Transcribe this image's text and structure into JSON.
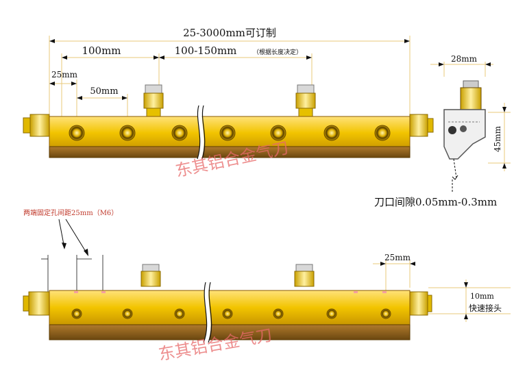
{
  "top_view": {
    "total_length": "25-3000mm可订制",
    "spacing_100": "100mm",
    "spacing_range": "100-150mm",
    "spacing_note": "（根据长度决定）",
    "edge_25": "25mm",
    "spacing_50": "50mm"
  },
  "side_view": {
    "width": "28mm",
    "height": "45mm",
    "gap_label": "刀口间隙0.05mm-0.3mm"
  },
  "bottom_view": {
    "mount_note": "两端固定孔间距25mm（M6）",
    "edge_25": "25mm",
    "connector_size": "10mm",
    "connector_label": "快速接头"
  },
  "watermark": "东其铝合金气刀",
  "colors": {
    "body": "#f2c400",
    "edge": "#8a5a00",
    "blade": "#9a6a1e",
    "dim_line": "#e8c87a"
  }
}
